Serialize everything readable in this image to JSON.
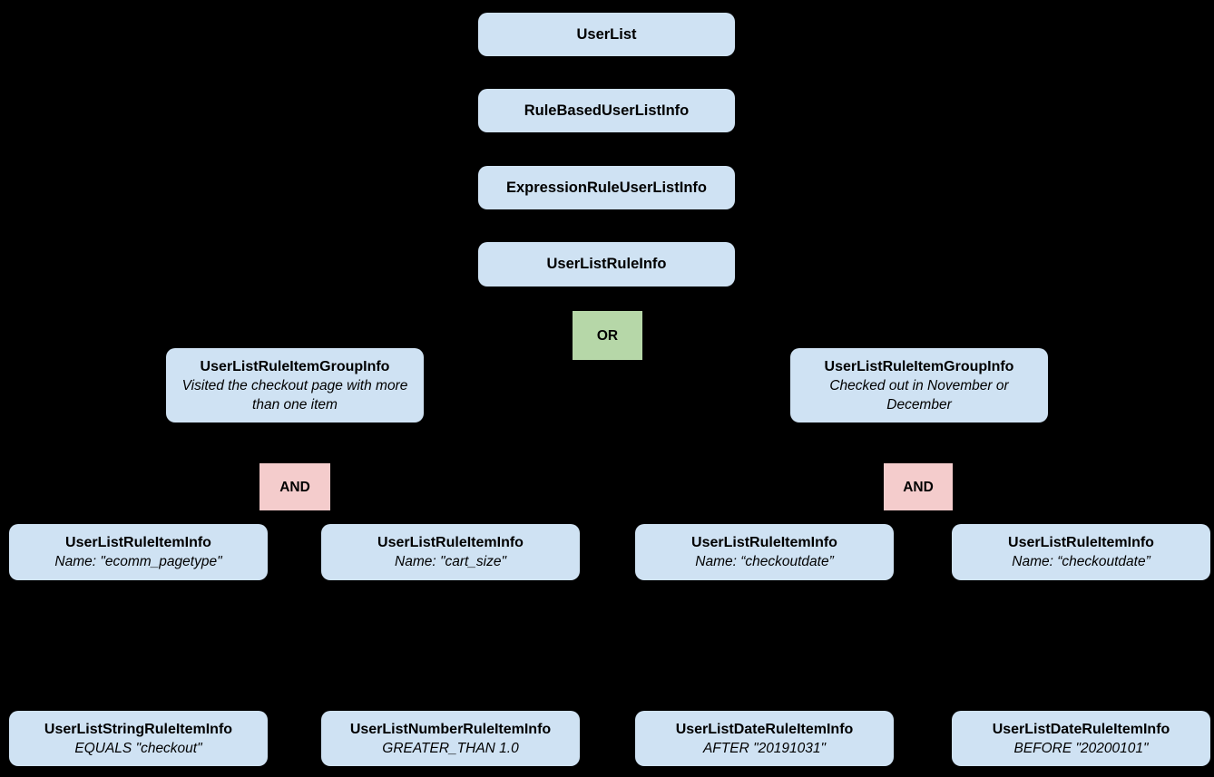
{
  "colors": {
    "background": "#000000",
    "node_blue": "#cfe2f3",
    "or_green": "#b6d7a8",
    "and_pink": "#f4cccc",
    "text": "#000000",
    "connector": "#000000"
  },
  "chain": [
    {
      "label": "UserList"
    },
    {
      "label": "RuleBasedUserListInfo"
    },
    {
      "label": "ExpressionRuleUserListInfo"
    },
    {
      "label": "UserListRuleInfo"
    }
  ],
  "operators": {
    "or_label": "OR",
    "and_label": "AND"
  },
  "groups": [
    {
      "title": "UserListRuleItemGroupInfo",
      "desc": "Visited the checkout page with more than one item"
    },
    {
      "title": "UserListRuleItemGroupInfo",
      "desc": "Checked out in November or December"
    }
  ],
  "rule_items": [
    {
      "title": "UserListRuleItemInfo",
      "desc": "Name: \"ecomm_pagetype\""
    },
    {
      "title": "UserListRuleItemInfo",
      "desc": "Name: \"cart_size\""
    },
    {
      "title": "UserListRuleItemInfo",
      "desc": "Name: “checkoutdate”"
    },
    {
      "title": "UserListRuleItemInfo",
      "desc": "Name: “checkoutdate”"
    }
  ],
  "leaf_items": [
    {
      "title": "UserListStringRuleItemInfo",
      "desc": "EQUALS \"checkout\""
    },
    {
      "title": "UserListNumberRuleItemInfo",
      "desc": "GREATER_THAN 1.0"
    },
    {
      "title": "UserListDateRuleItemInfo",
      "desc": "AFTER \"20191031\""
    },
    {
      "title": "UserListDateRuleItemInfo",
      "desc": "BEFORE \"20200101\""
    }
  ]
}
